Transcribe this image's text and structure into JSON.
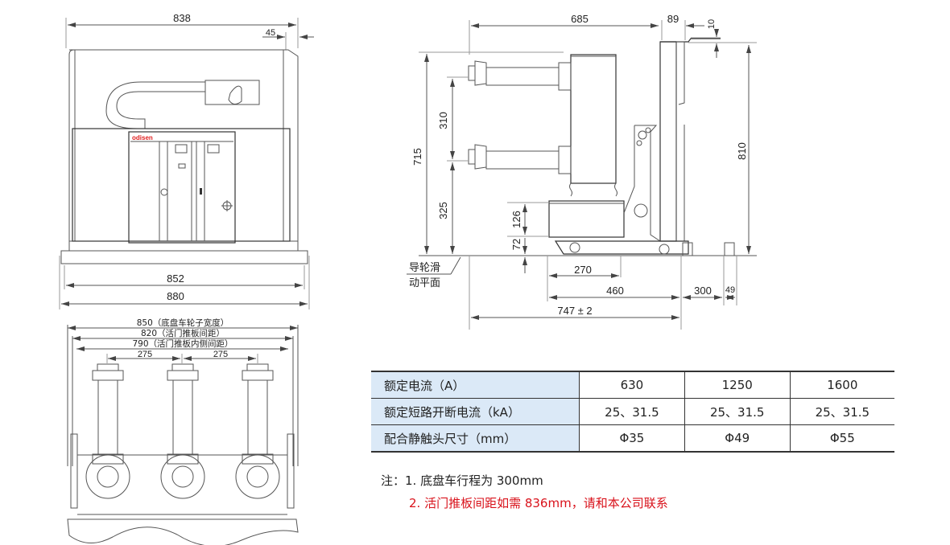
{
  "front_view": {
    "dims": {
      "width_top": "838",
      "offset_right": "45",
      "base_inner": "852",
      "base_outer": "880"
    },
    "brand": "odisen"
  },
  "top_view": {
    "dims": {
      "wheel_width": "850（底盘车轮子宽度）",
      "shutter_spacing": "820（活门推板间距）",
      "shutter_inner": "790（活门推板内侧间距）",
      "phase_spacing_left": "275",
      "phase_spacing_right": "275"
    }
  },
  "side_view": {
    "dims": {
      "depth_top": "685",
      "post_width": "89",
      "top_offset": "10",
      "total_height_left": "715",
      "phase_vertical": "310",
      "lower_terminal": "325",
      "chassis_upper": "126",
      "chassis_lower": "72",
      "total_height_right": "810",
      "wheel_base": "270",
      "chassis_depth": "460",
      "travel": "300",
      "end_offset": "49",
      "overall_depth": "747 ± 2"
    },
    "plane_label_line1": "导轮滑",
    "plane_label_line2": "动平面"
  },
  "spec_table": {
    "rows": [
      {
        "label": "额定电流（A）",
        "values": [
          "630",
          "1250",
          "1600"
        ]
      },
      {
        "label": "额定短路开断电流（kA）",
        "values": [
          "25、31.5",
          "25、31.5",
          "25、31.5"
        ]
      },
      {
        "label": "配合静触头尺寸（mm）",
        "values": [
          "Φ35",
          "Φ49",
          "Φ55"
        ]
      }
    ],
    "label_bg": "#dbe9f7"
  },
  "notes": {
    "note1": "注：1. 底盘车行程为 300mm",
    "note2": "2. 活门推板间距如需 836mm，请和本公司联系",
    "note2_color": "#d9121b"
  }
}
